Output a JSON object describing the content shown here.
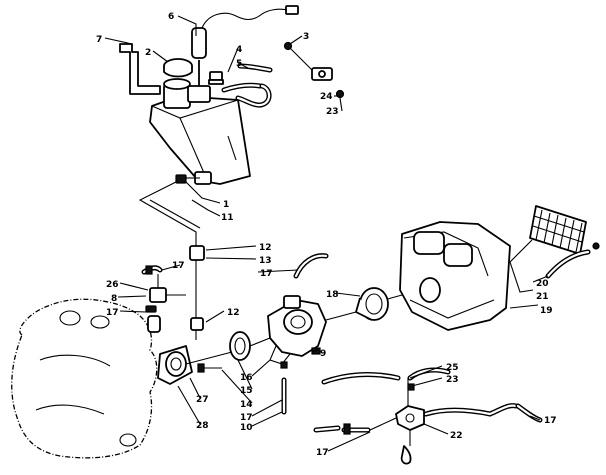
{
  "callouts": {
    "c1": "1",
    "c2": "2",
    "c3": "3",
    "c4": "4",
    "c5": "5",
    "c6": "6",
    "c7": "7",
    "c8": "8",
    "c9": "9",
    "c10": "10",
    "c11": "11",
    "c12": "12",
    "c12b": "12",
    "c13": "13",
    "c14": "14",
    "c15": "15",
    "c16": "16",
    "c17a": "17",
    "c17b": "17",
    "c17c": "17",
    "c17d": "17",
    "c17e": "17",
    "c17f": "17",
    "c18": "18",
    "c19": "19",
    "c20": "20",
    "c21": "21",
    "c22": "22",
    "c23a": "23",
    "c23b": "23",
    "c24": "24",
    "c25": "25",
    "c26": "26",
    "c27": "27",
    "c28": "28"
  },
  "colors": {
    "ink": "#000000",
    "paper": "#ffffff"
  }
}
